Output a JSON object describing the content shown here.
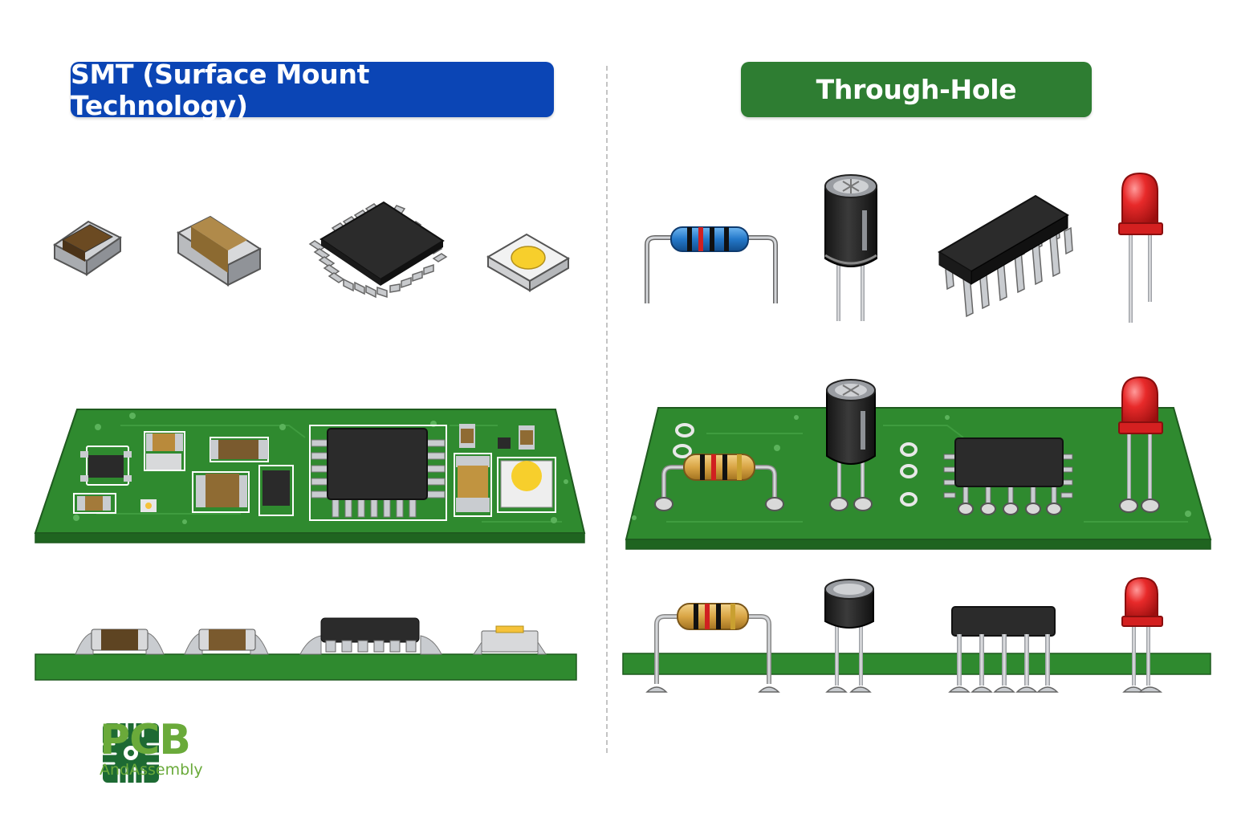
{
  "headers": {
    "smt": {
      "label": "SMT (Surface Mount Technology)"
    },
    "through_hole": {
      "label": "Through-Hole"
    }
  },
  "logo": {
    "main": "PCB",
    "sub": "AndAssembly"
  },
  "colors": {
    "smt_header": "#0b45b5",
    "through_hole_header": "#2e7d32",
    "pcb_green": "#2f8a2f",
    "pcb_dark": "#1f6420",
    "logo_green": "#6aaa3a",
    "logo_dark": "#1d6a33",
    "solder": "#c9ccd0",
    "component_black": "#2a2a2a",
    "led_red": "#e22020"
  },
  "icons": [
    "smd-resistor-icon",
    "smd-capacitor-icon",
    "qfp-chip-icon",
    "smd-led-icon",
    "axial-resistor-icon",
    "electrolytic-capacitor-icon",
    "dip-ic-icon",
    "through-hole-led-icon"
  ]
}
